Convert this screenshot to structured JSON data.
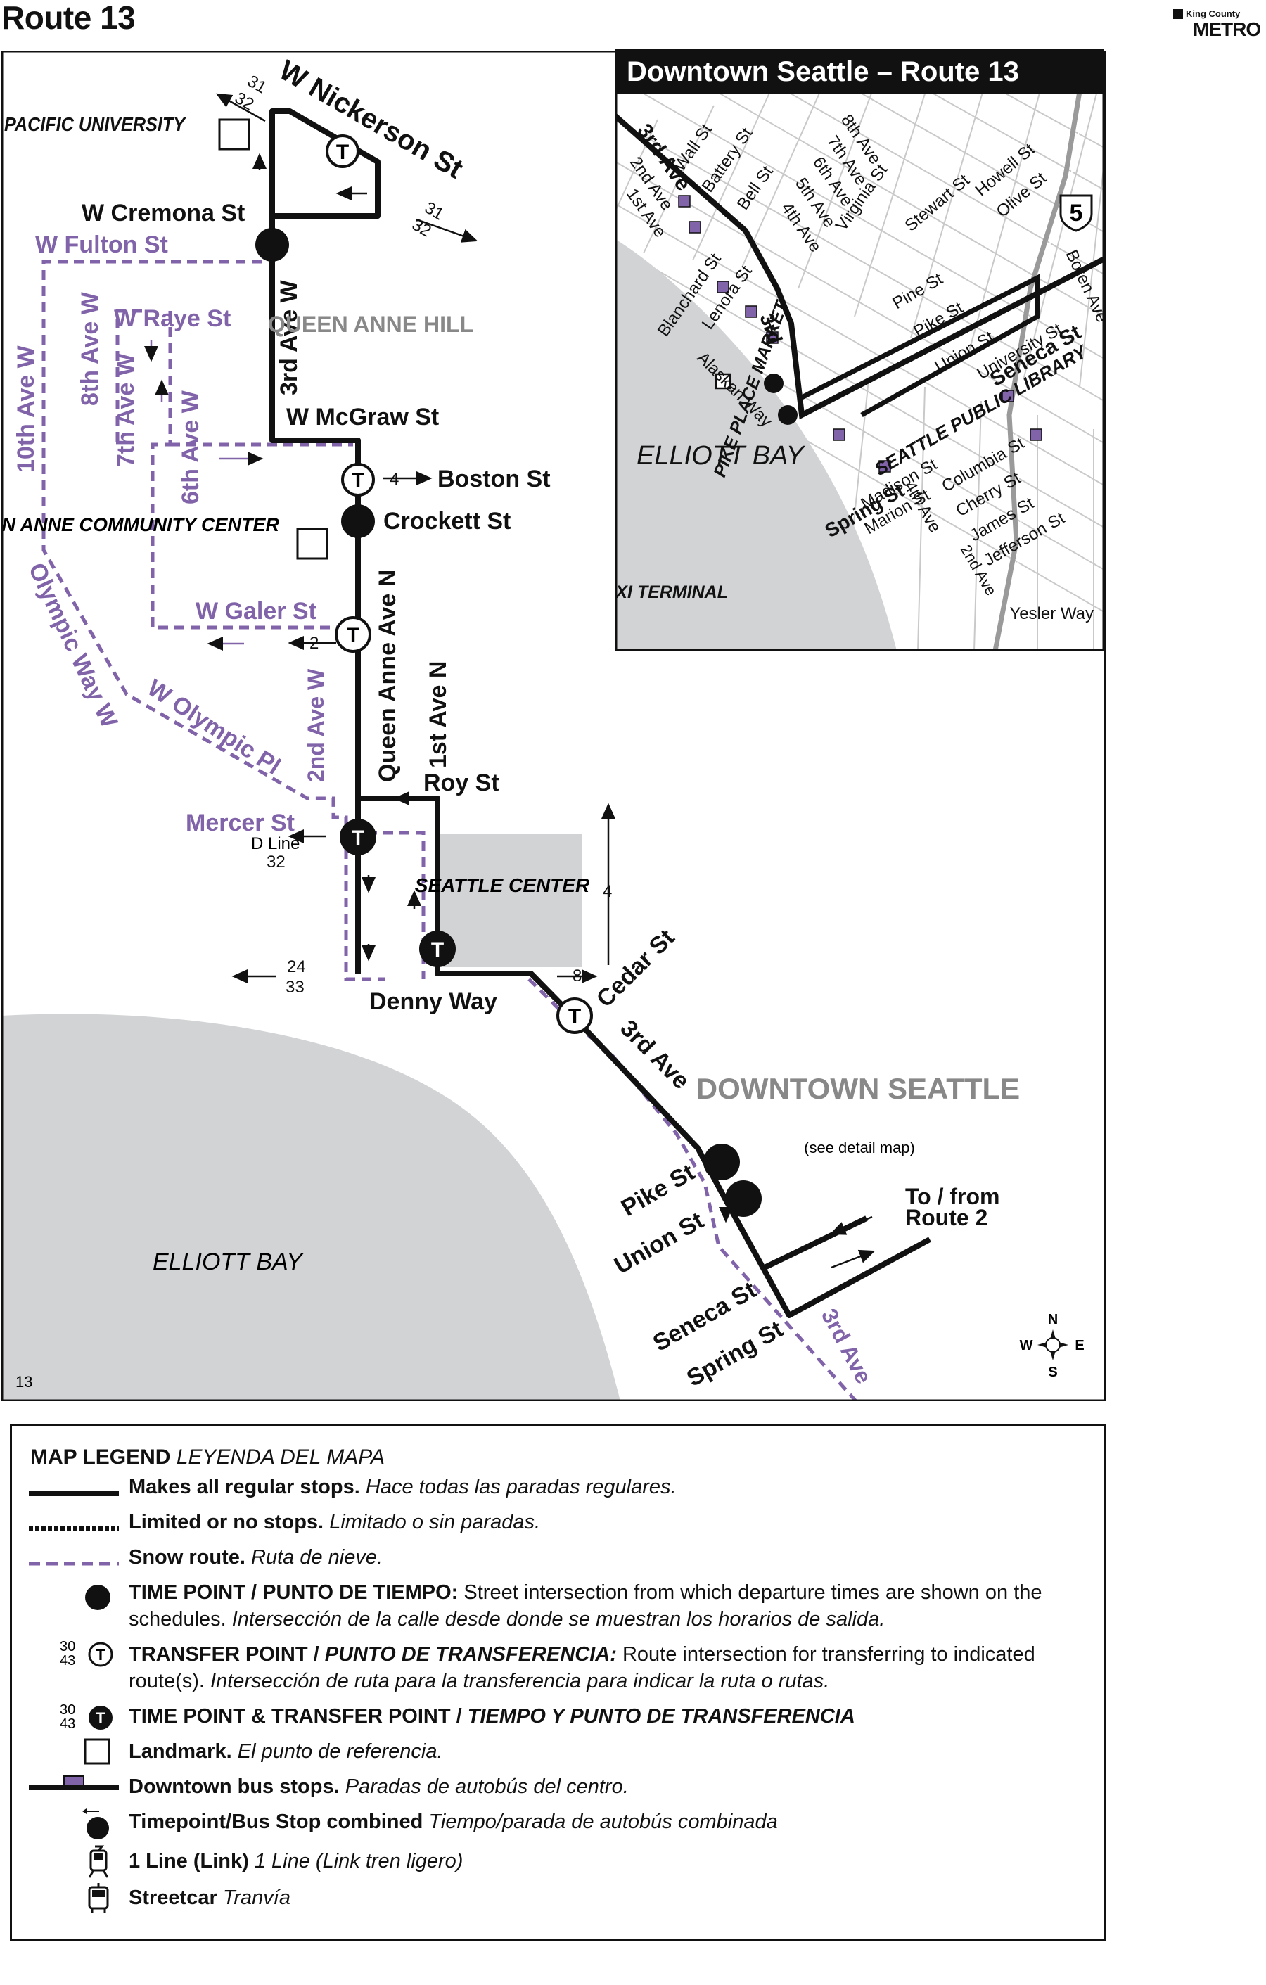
{
  "page": {
    "title": "Route 13",
    "agency_small": "King County",
    "agency": "METRO"
  },
  "inset": {
    "title": "Downtown Seattle – Route 13"
  },
  "map": {
    "colors": {
      "route": "#111111",
      "snow": "#8063a8",
      "water": "#d2d3d5",
      "land": "#ffffff"
    },
    "labels": {
      "nickerson": "W Nickerson St",
      "spu": "SEATTLE PACIFIC UNIVERSITY",
      "cremona": "W Cremona St",
      "fulton": "W Fulton St",
      "raye": "W  Raye St",
      "ave10": "10th Ave W",
      "ave8": "8th Ave W",
      "ave7": "7th Ave W",
      "ave6": "6th Ave W",
      "ave3": "3rd Ave W",
      "qah": "QUEEN ANNE HILL",
      "mcgraw": "W McGraw St",
      "boston": "Boston St",
      "crockett": "Crockett St",
      "qacc": "QUEEN ANNE COMMUNITY CENTER",
      "galer": "W Galer St",
      "olympic_way": "Olympic Way W",
      "olympic_pl": "W Olympic Pl",
      "ave2w": "2nd Ave W",
      "qa_ave_n": "Queen Anne Ave N",
      "ave1n": "1st Ave N",
      "roy": "Roy St",
      "mercer": "Mercer St",
      "dline": "D Line",
      "seattle_center": "SEATTLE CENTER",
      "denny": "Denny Way",
      "cedar": "Cedar St",
      "ave3_main": "3rd Ave",
      "downtown": "DOWNTOWN SEATTLE",
      "see_detail": "(see detail map)",
      "pike": "Pike St",
      "union": "Union St",
      "to_from": "To / from",
      "route2": "Route 2",
      "seneca": "Seneca St",
      "spring": "Spring St",
      "ave3_south": "3rd Ave",
      "elliott_bay": "ELLIOTT BAY",
      "page_number": "13"
    },
    "transfer_routes": {
      "nickerson_w_top": "31",
      "nickerson_w_bot": "32",
      "nickerson_e_top": "31",
      "nickerson_e_bot": "32",
      "boston": "4",
      "galer": "2",
      "mercer": "32",
      "denny_top": "24",
      "denny_bot": "33",
      "cedar": "8",
      "seattle_center": "4"
    },
    "compass": {
      "n": "N",
      "s": "S",
      "e": "E",
      "w": "W"
    }
  },
  "inset_labels": {
    "wall": "Wall St",
    "battery": "Battery St",
    "ave8": "8th Ave",
    "ave7": "7th Ave",
    "ave6": "6th Ave",
    "bell": "Bell St",
    "ave5": "5th Ave",
    "ave4": "4th Ave",
    "ave3": "3rd Ave",
    "ave2": "2nd Ave",
    "ave1": "1st Ave",
    "virginia": "Virginia St",
    "stewart": "Stewart St",
    "howell": "Howell St",
    "olive": "Olive St",
    "blanchard": "Blanchard St",
    "lenora": "Lenora St",
    "pine": "Pine St",
    "pike": "Pike St",
    "union": "Union St",
    "university": "University St",
    "seneca": "Seneca St",
    "boren": "Boren Ave",
    "alaskan": "Alaskan Way",
    "ppm": "PIKE PLACE MARKET",
    "spl": "SEATTLE PUBLIC LIBRARY",
    "third": "3rd",
    "columbia": "Columbia St",
    "cherry": "Cherry St",
    "james": "James St",
    "jefferson": "Jefferson St",
    "spring": "Spring St",
    "madison": "Madison St",
    "marion": "Marion St",
    "ave4b": "4th Ave",
    "ave2b": "2nd Ave",
    "yesler": "Yesler Way",
    "elliott": "ELLIOTT BAY",
    "ferry": "FERRY & WATER TAXI TERMINAL",
    "i5": "5"
  },
  "legend": {
    "title": "MAP LEGEND",
    "title_es": "LEYENDA DEL MAPA",
    "items": [
      {
        "bold": "Makes all regular stops.",
        "es": "Hace todas las paradas regulares."
      },
      {
        "bold": "Limited or no stops.",
        "es": "Limitado o sin paradas."
      },
      {
        "bold": "Snow route.",
        "es": "Ruta de nieve."
      },
      {
        "bold": "TIME POINT / PUNTO DE TIEMPO:",
        "text": "Street intersection from which departure times are shown on the schedules.",
        "es": "Intersección de la calle desde donde se muestran los horarios de salida."
      },
      {
        "bold": "TRANSFER POINT /",
        "bold_es": "PUNTO DE TRANSFERENCIA:",
        "text": "Route intersection for transferring to indicated route(s).",
        "es": "Intersección de ruta para la transferencia para indicar la ruta o rutas."
      },
      {
        "bold": "TIME POINT & TRANSFER POINT /",
        "bold_es": "TIEMPO Y PUNTO DE TRANSFERENCIA"
      },
      {
        "bold": "Landmark.",
        "es": "El punto de referencia."
      },
      {
        "bold": "Downtown bus stops.",
        "es": "Paradas de autobús del centro."
      },
      {
        "bold": "Timepoint/Bus Stop combined",
        "es": "Tiempo/parada de autobús combinada"
      },
      {
        "bold": "1 Line (Link)",
        "es": "1 Line (Link tren ligero)"
      },
      {
        "bold": "Streetcar",
        "es": "Tranvía"
      }
    ],
    "sample_routes_top": "30",
    "sample_routes_bot": "43",
    "tp_letter": "T"
  }
}
